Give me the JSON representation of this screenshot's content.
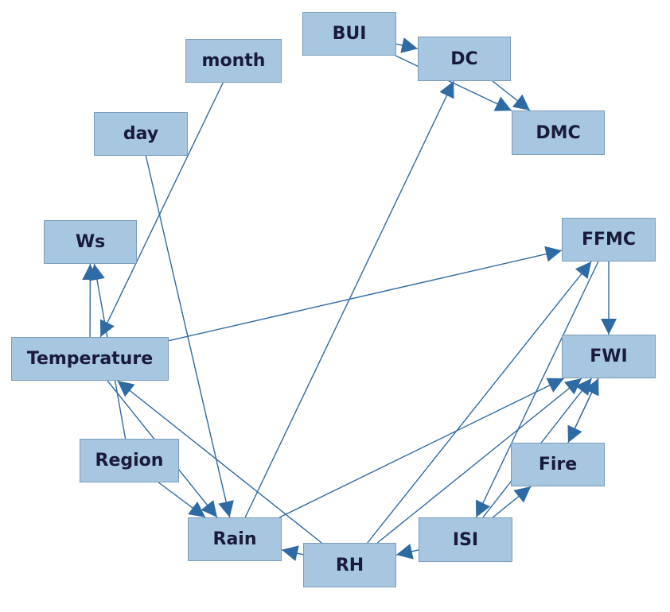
{
  "colors": {
    "node_fill": "#a7c6e0",
    "node_border": "#7b9cbc",
    "edge": "#2e6aa3",
    "label": "#1a1a3a"
  },
  "nodes": {
    "bui": "BUI",
    "dc": "DC",
    "dmc": "DMC",
    "month": "month",
    "day": "day",
    "ws": "Ws",
    "ffmc": "FFMC",
    "temperature": "Temperature",
    "fwi": "FWI",
    "region": "Region",
    "fire": "Fire",
    "rain": "Rain",
    "rh": "RH",
    "isi": "ISI"
  },
  "edges": [
    {
      "from": "bui",
      "to": "dc"
    },
    {
      "from": "bui",
      "to": "dmc"
    },
    {
      "from": "dc",
      "to": "dmc"
    },
    {
      "from": "rain",
      "to": "dc"
    },
    {
      "from": "month",
      "to": "temperature"
    },
    {
      "from": "day",
      "to": "rain"
    },
    {
      "from": "temperature",
      "to": "ws"
    },
    {
      "from": "temperature",
      "to": "ffmc"
    },
    {
      "from": "temperature",
      "to": "rain"
    },
    {
      "from": "region",
      "to": "ws"
    },
    {
      "from": "region",
      "to": "rain"
    },
    {
      "from": "rh",
      "to": "temperature"
    },
    {
      "from": "rh",
      "to": "rain"
    },
    {
      "from": "rh",
      "to": "ffmc"
    },
    {
      "from": "rh",
      "to": "fwi"
    },
    {
      "from": "rain",
      "to": "fwi"
    },
    {
      "from": "isi",
      "to": "rh"
    },
    {
      "from": "isi",
      "to": "fire"
    },
    {
      "from": "isi",
      "to": "fwi"
    },
    {
      "from": "ffmc",
      "to": "isi"
    },
    {
      "from": "ffmc",
      "to": "fwi"
    },
    {
      "from": "fwi",
      "to": "fire"
    },
    {
      "from": "fire",
      "to": "fwi"
    }
  ]
}
